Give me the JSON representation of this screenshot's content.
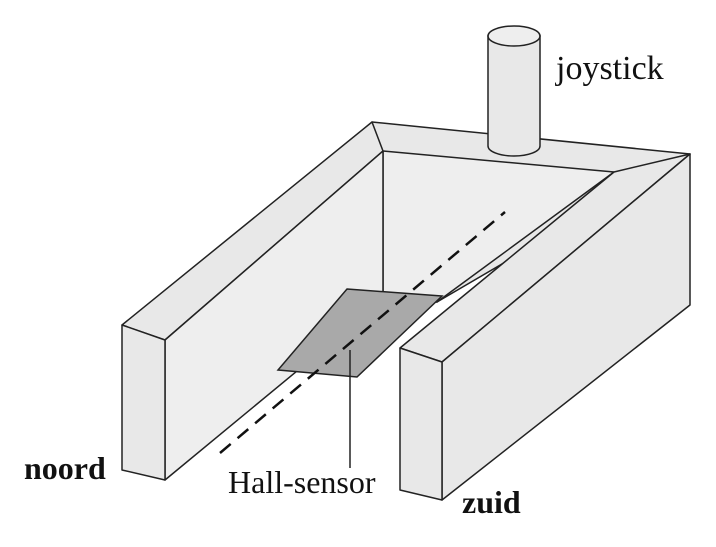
{
  "labels": {
    "joystick": "joystick",
    "noord": "noord",
    "hall_sensor": "Hall-sensor",
    "zuid": "zuid"
  },
  "colors": {
    "face": "#e8e8e8",
    "face_light": "#eeeeee",
    "sensor": "#a9a9a9",
    "stroke": "#222222",
    "background": "#ffffff"
  }
}
